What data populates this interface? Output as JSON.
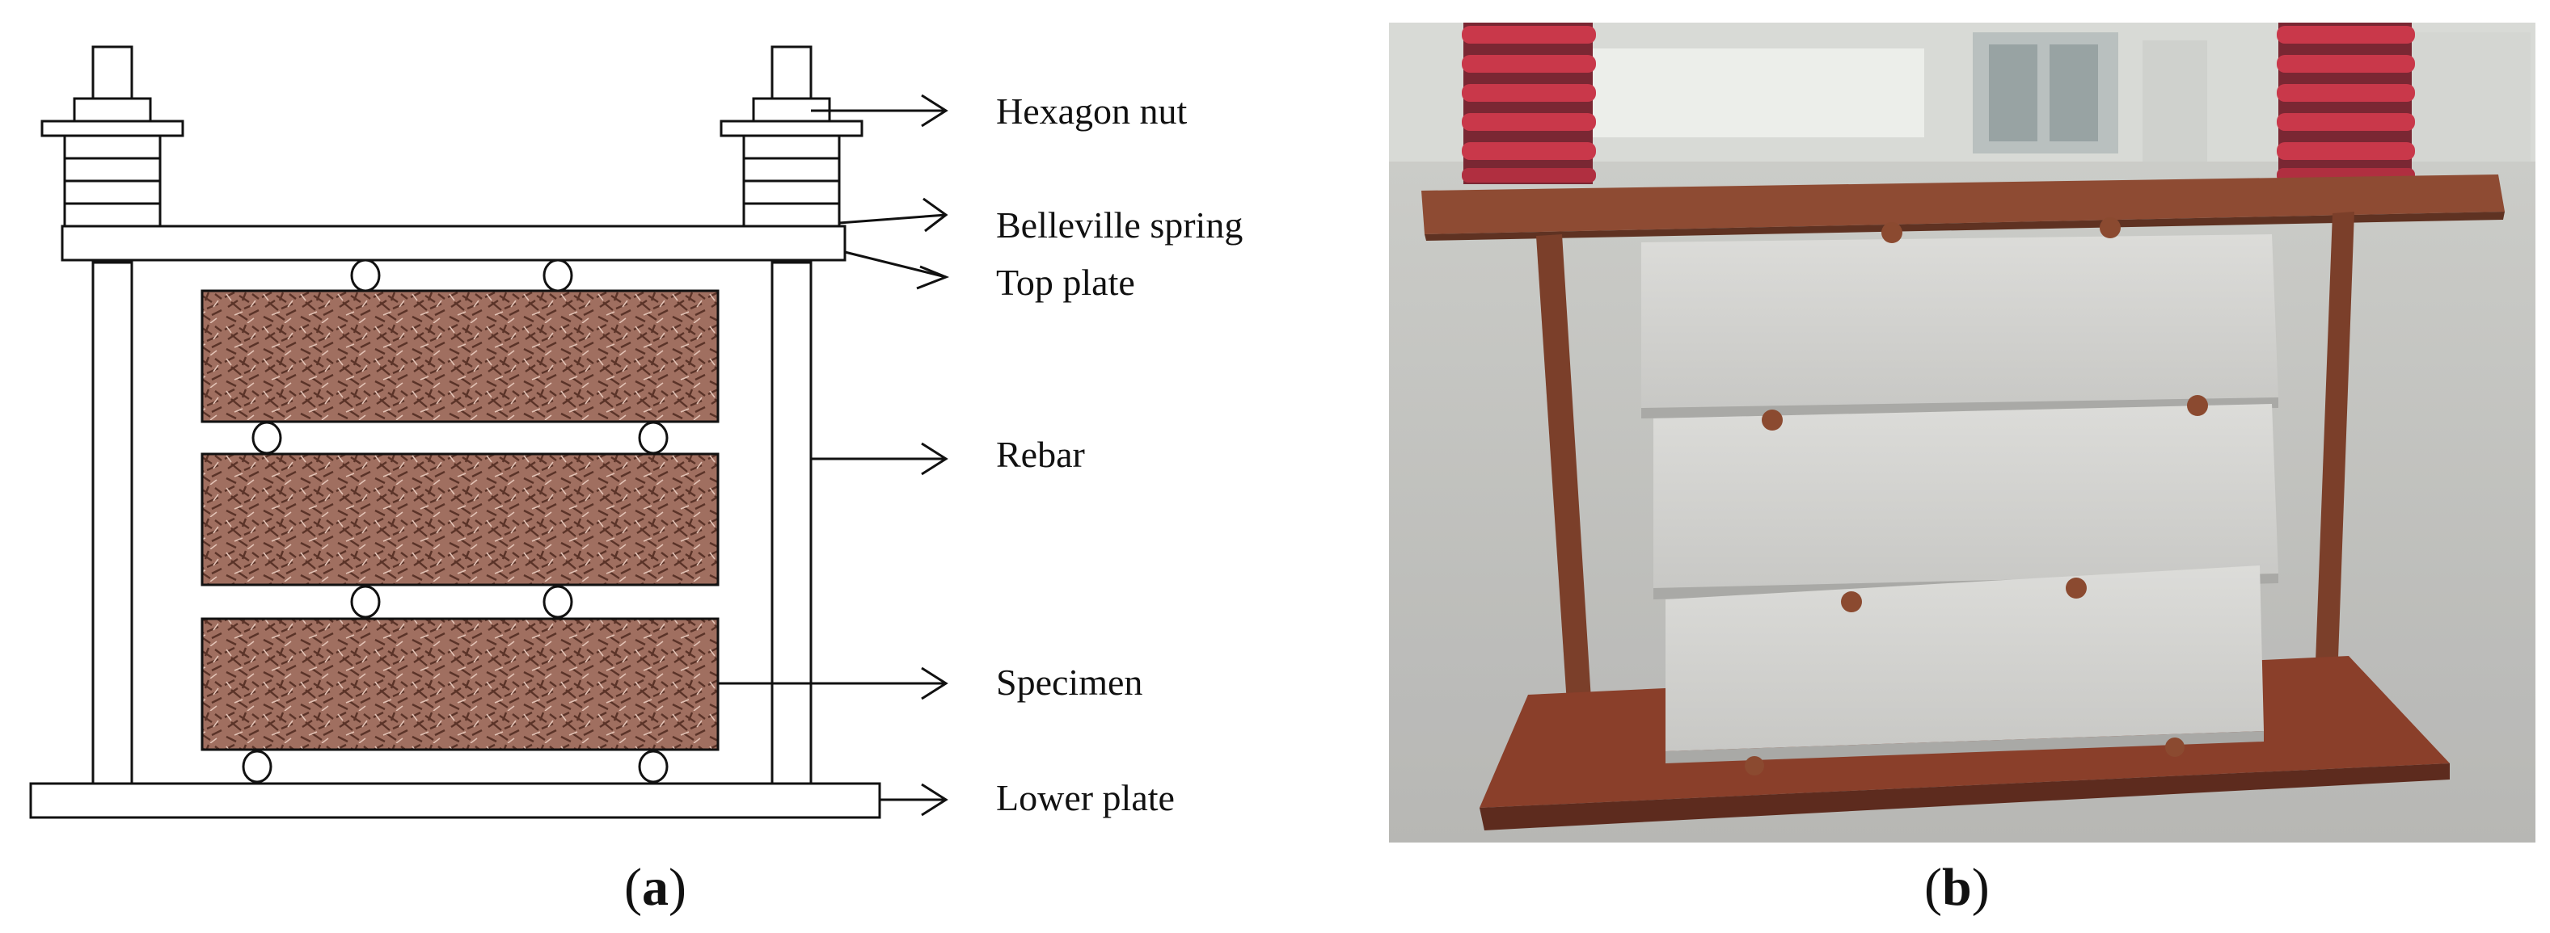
{
  "panel_a": {
    "caption_open": "(",
    "caption_letter": "a",
    "caption_close": ")",
    "labels": {
      "hexagon_nut": "Hexagon nut",
      "belleville_spring": "Belleville spring",
      "top_plate": "Top plate",
      "rebar": "Rebar",
      "specimen": "Specimen",
      "lower_plate": "Lower plate"
    },
    "colors": {
      "specimen_fill": "#9c6a5b",
      "specimen_texture": "#5a3328",
      "line": "#111111"
    }
  },
  "panel_b": {
    "caption_open": "(",
    "caption_letter": "b",
    "caption_close": ")",
    "colors": {
      "floor": "#c9c9c6",
      "background": "#dfe0dc",
      "spring": "#c0303f",
      "rust": "#8e4b33",
      "concrete": "#d6d6d3"
    }
  }
}
